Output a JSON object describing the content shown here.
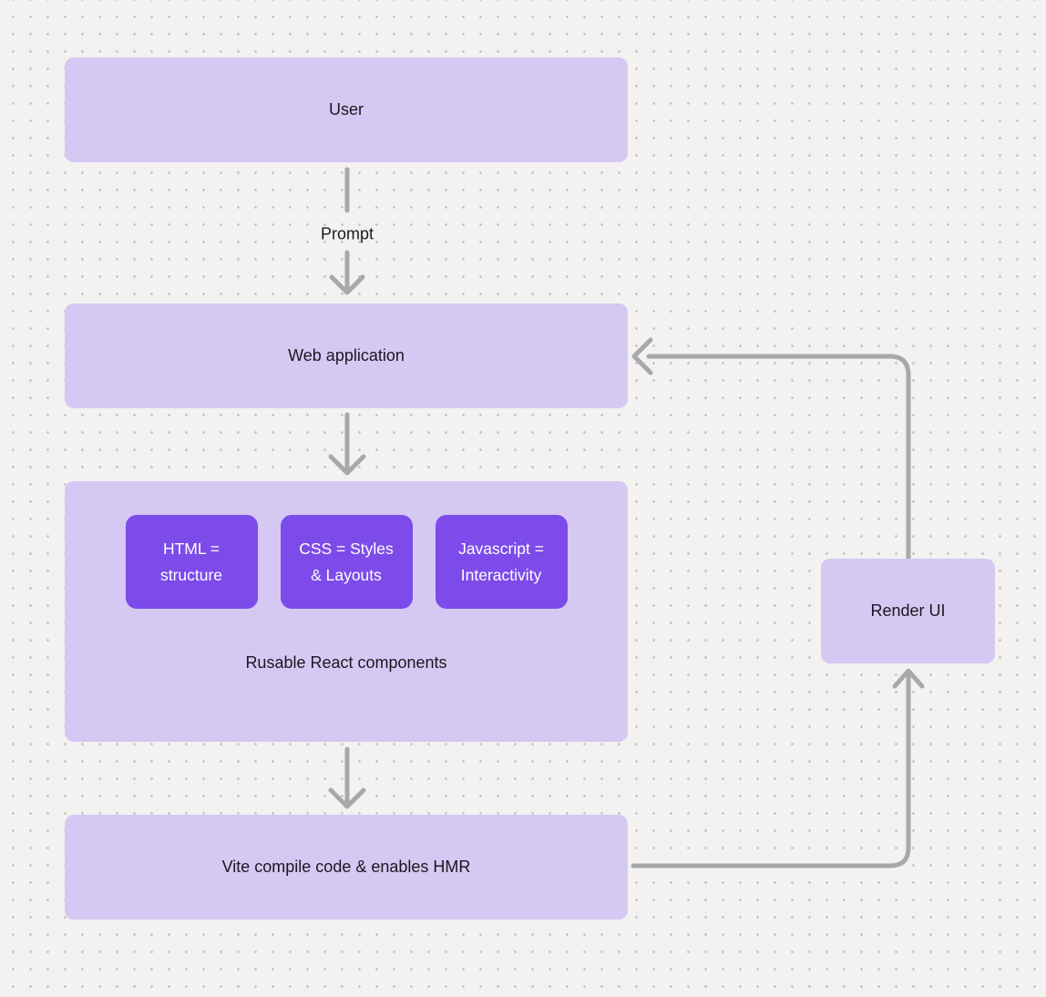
{
  "diagram": {
    "colors": {
      "background": "#f3f2f0",
      "dot_grid": "#c7c5c2",
      "node_fill": "#d5c9f3",
      "chip_fill": "#7c4be9",
      "chip_text": "#ffffff",
      "edge": "#a8a8a8",
      "text": "#19181f"
    },
    "nodes": {
      "user": {
        "label": "User"
      },
      "web_application": {
        "label": "Web application"
      },
      "components": {
        "caption": "Rusable React components",
        "chips": [
          {
            "lines": [
              "HTML =",
              "structure"
            ]
          },
          {
            "lines": [
              "CSS = Styles",
              "& Layouts"
            ]
          },
          {
            "lines": [
              "Javascript =",
              "Interactivity"
            ]
          }
        ]
      },
      "vite": {
        "label": "Vite compile code & enables HMR"
      },
      "render_ui": {
        "label": "Render UI"
      }
    },
    "edge_labels": {
      "prompt": "Prompt"
    }
  }
}
